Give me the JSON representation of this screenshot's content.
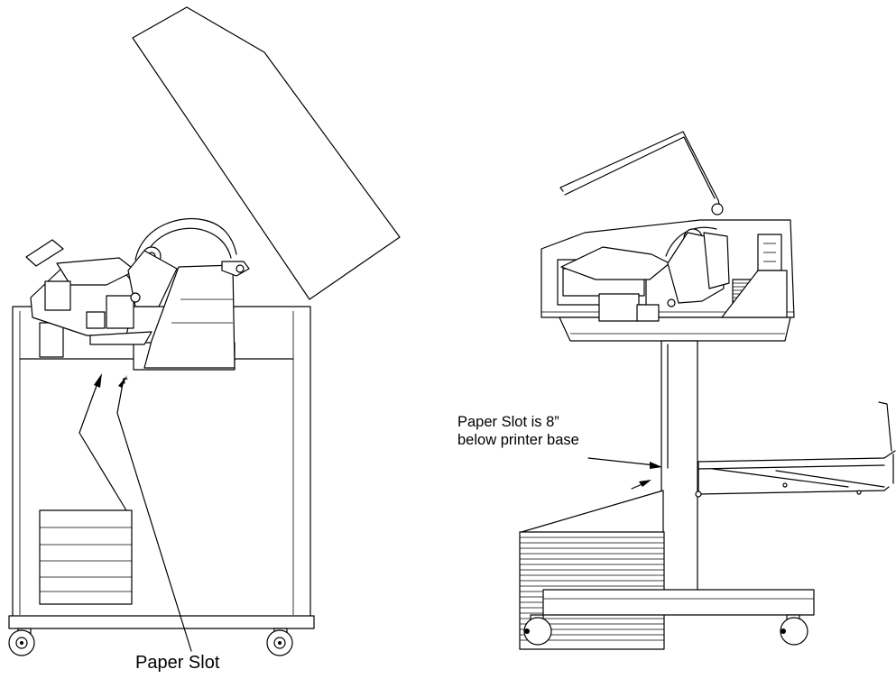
{
  "labels": {
    "left_callout": "Paper Slot",
    "right_callout_line1": "Paper Slot is 8”",
    "right_callout_line2": "below printer base"
  }
}
